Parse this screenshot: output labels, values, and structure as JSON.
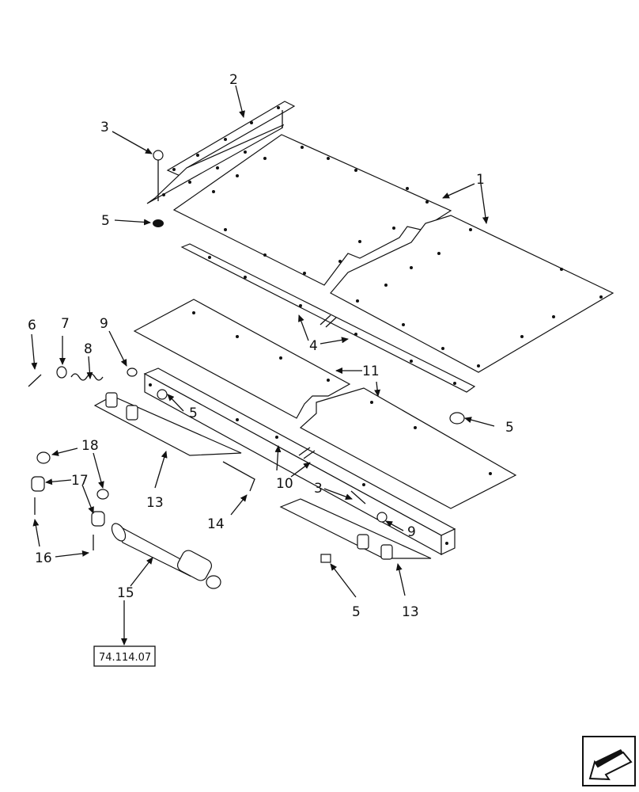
{
  "diagram": {
    "callouts": {
      "c1": "1",
      "c2": "2",
      "c3a": "3",
      "c3b": "3",
      "c4": "4",
      "c5a": "5",
      "c5b": "5",
      "c5c": "5",
      "c5d": "5",
      "c6": "6",
      "c7": "7",
      "c8": "8",
      "c9a": "9",
      "c9b": "9",
      "c10": "10",
      "c11": "11",
      "c13a": "13",
      "c13b": "13",
      "c14": "14",
      "c15": "15",
      "c16": "16",
      "c17": "17",
      "c18": "18"
    },
    "reference_box": "74.114.07",
    "nav_icon": "next-page-arrow-icon"
  }
}
